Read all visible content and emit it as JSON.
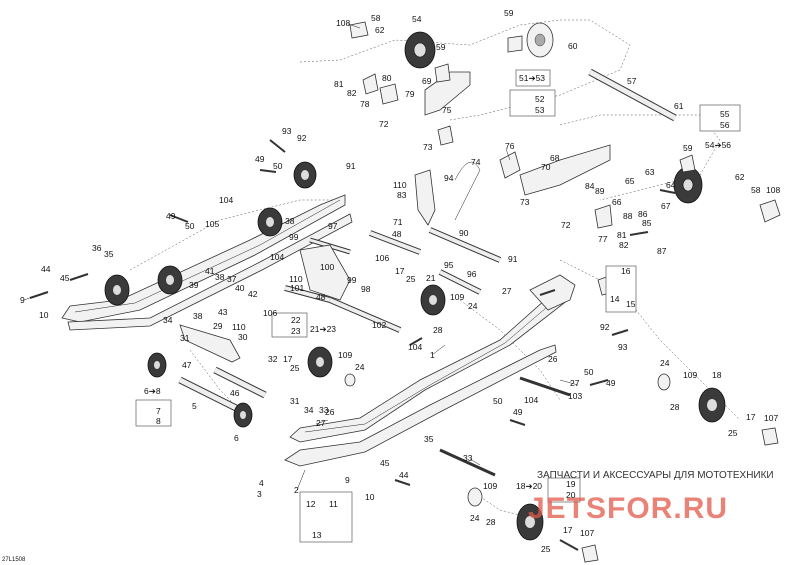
{
  "drawing_id": "27L1508",
  "watermark": {
    "tagline": "ЗАПЧАСТИ И АКСЕССУАРЫ ДЛЯ МОТОТЕХНИКИ",
    "brand": "JETSFOR.RU"
  },
  "callouts": {
    "c108a": "108",
    "c58a": "58",
    "c62a": "62",
    "c54a": "54",
    "c59a": "59",
    "c60": "60",
    "c51_53": "51➔53",
    "c57": "57",
    "c52a": "52",
    "c53a": "53",
    "c61": "61",
    "c55": "55",
    "c56": "56",
    "c54_56": "54➔56",
    "c59b": "59",
    "c62b": "62",
    "c58b": "58",
    "c108b": "108",
    "c81a": "81",
    "c80": "80",
    "c82a": "82",
    "c78": "78",
    "c79": "79",
    "c69": "69",
    "c59c": "59",
    "c72a": "72",
    "c75": "75",
    "c73a": "73",
    "c76": "76",
    "c74": "74",
    "c68": "68",
    "c70": "70",
    "c84": "84",
    "c89": "89",
    "c63": "63",
    "c64": "64",
    "c65": "65",
    "c66": "66",
    "c67": "67",
    "c73b": "73",
    "c72b": "72",
    "c88": "88",
    "c86": "86",
    "c85": "85",
    "c77": "77",
    "c81b": "81",
    "c82b": "82",
    "c87": "87",
    "c93": "93",
    "c92": "92",
    "c49a": "49",
    "c50a": "50",
    "c91a": "91",
    "c94": "94",
    "c110_83a": "110",
    "c83a": "83",
    "c104a": "104",
    "c105": "105",
    "c49b": "49",
    "c50b": "50",
    "c38a": "38",
    "c99a": "99",
    "c97": "97",
    "c71": "71",
    "c48a": "48",
    "c90": "90",
    "c104b": "104",
    "c36": "36",
    "c35a": "35",
    "c44a": "44",
    "c45a": "45",
    "c9a": "9",
    "c10a": "10",
    "c100": "100",
    "c110b": "110",
    "c101": "101",
    "c98": "98",
    "c99b": "99",
    "c106": "106",
    "c17a": "17",
    "c25a": "25",
    "c21a": "21",
    "c95": "95",
    "c96": "96",
    "c91b": "91",
    "c16": "16",
    "c14": "14",
    "c15": "15",
    "c41": "41",
    "c37": "37",
    "c38b": "38",
    "c39": "39",
    "c40": "40",
    "c42": "42",
    "c43": "43",
    "c48b": "48",
    "c109a": "109",
    "c24a": "24",
    "c102": "102",
    "c27a": "27",
    "c28a": "28",
    "c34a": "34",
    "c38c": "38",
    "c110c": "110",
    "c30": "30",
    "c106b": "106",
    "c22": "22",
    "c23": "23",
    "c21_23": "21➔23",
    "c104c": "104",
    "c1": "1",
    "c31a": "31",
    "c29": "29",
    "c47": "47",
    "c32": "32",
    "c17b": "17",
    "c109b": "109",
    "c25b": "25",
    "c24b": "24",
    "c92b": "92",
    "c93b": "93",
    "c6_8": "6➔8",
    "c7": "7",
    "c8": "8",
    "c5": "5",
    "c46": "46",
    "c31b": "31",
    "c34b": "34",
    "c33": "33",
    "c27b": "27",
    "c26a": "26",
    "c6": "6",
    "c50c": "50",
    "c49c": "49",
    "c103": "103",
    "c104d": "104",
    "c50d": "50",
    "c49d": "49",
    "c24c": "24",
    "c109c": "109",
    "c18a": "18",
    "c28b": "28",
    "c25c": "25",
    "c17c": "17",
    "c107a": "107",
    "c26b": "26",
    "c27c": "27",
    "c35b": "35",
    "c33b": "33",
    "c45b": "45",
    "c44b": "44",
    "c9b": "9",
    "c10b": "10",
    "c4": "4",
    "c3": "3",
    "c2": "2",
    "c12": "12",
    "c11": "11",
    "c13": "13",
    "c109d": "109",
    "c18_20": "18➔20",
    "c19": "19",
    "c20": "20",
    "c24d": "24",
    "c28c": "28",
    "c25d": "25",
    "c17d": "17",
    "c107b": "107"
  }
}
